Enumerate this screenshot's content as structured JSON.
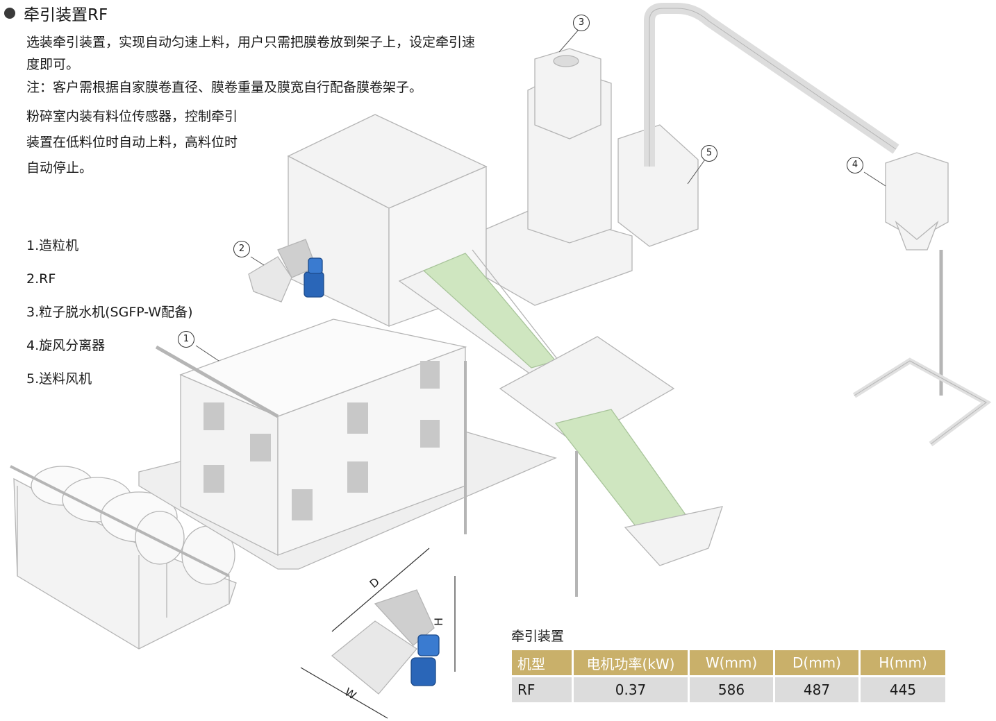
{
  "header": {
    "title": "牵引装置RF"
  },
  "description": {
    "p1": "选装牵引装置，实现自动匀速上料，用户只需把膜卷放到架子上，设定牵引速度即可。",
    "p2": "注：客户需根据自家膜卷直径、膜卷重量及膜宽自行配备膜卷架子。",
    "p3": "粉碎室内装有料位传感器，控制牵引装置在低料位时自动上料，高料位时自动停止。"
  },
  "legend": [
    "1.造粒机",
    "2.RF",
    "3.粒子脱水机(SGFP-W配备)",
    "4.旋风分离器",
    "5.送料风机"
  ],
  "callouts": [
    "1",
    "2",
    "3",
    "4",
    "5"
  ],
  "dimensions": {
    "d": "D",
    "h": "H",
    "w": "W"
  },
  "table": {
    "title": "牵引装置",
    "headers": [
      "机型",
      "电机功率(kW)",
      "W(mm)",
      "D(mm)",
      "H(mm)"
    ],
    "row": [
      "RF",
      "0.37",
      "586",
      "487",
      "445"
    ]
  },
  "colors": {
    "header_gold": "#c9b06a",
    "cell_gray": "#dcdcdc",
    "conveyor_green": "#cfe6c0",
    "motor_blue": "#2a66b8"
  }
}
